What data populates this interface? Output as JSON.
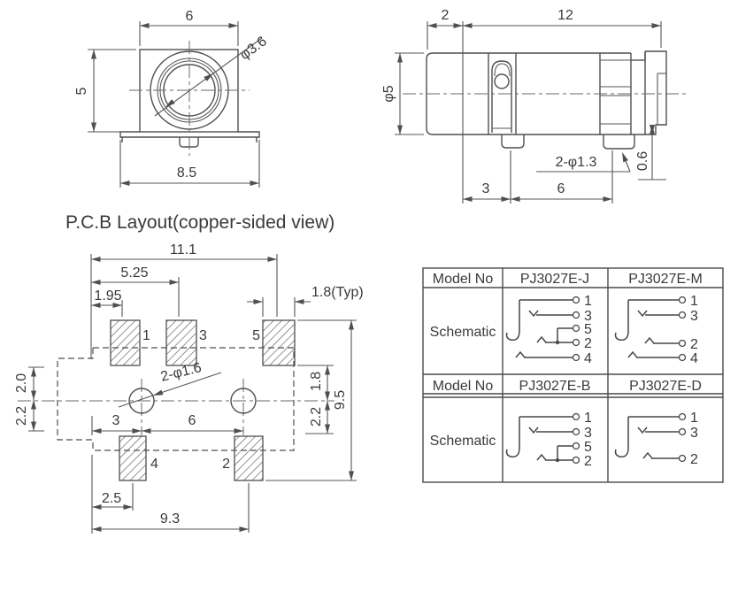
{
  "drawing": {
    "line_color": "#4f4f4f",
    "text_color": "#3a3a3a",
    "background": "#ffffff"
  },
  "front_view": {
    "dim_width_top": "6",
    "dim_height": "5",
    "dim_hole_dia": "φ3.6",
    "dim_width_bottom": "8.5"
  },
  "side_view": {
    "dim_offset": "2",
    "dim_length": "12",
    "dim_body_dia": "φ5",
    "dim_pins": "2-φ1.3",
    "dim_step": "0.6",
    "dim_pin1_offset": "3",
    "dim_pin_pitch": "6"
  },
  "pcb_layout": {
    "title": "P.C.B Layout(copper-sided view)",
    "dim_overall": "11.1",
    "dim_pad3_x": "5.25",
    "dim_pad1_x": "1.95",
    "dim_pad_typ": "1.8(Typ)",
    "dim_holes": "2-φ1.6",
    "dim_hole1_x": "3",
    "dim_hole_pitch": "6",
    "dim_pad4_x": "2.5",
    "dim_pad2_x": "9.3",
    "dim_height": "9.5",
    "dim_right_upper": "1.8",
    "dim_right_lower": "2.2",
    "dim_left_upper": "2.0",
    "dim_left_lower": "2.2",
    "pad_labels": {
      "p1": "1",
      "p3": "3",
      "p5": "5",
      "p4": "4",
      "p2": "2"
    }
  },
  "table": {
    "header_label": "Model No",
    "schematic_label": "Schematic",
    "models": [
      {
        "name": "PJ3027E-J",
        "terminals": [
          "1",
          "3",
          "5",
          "2",
          "4"
        ]
      },
      {
        "name": "PJ3027E-M",
        "terminals": [
          "1",
          "3",
          "2",
          "4"
        ]
      },
      {
        "name": "PJ3027E-B",
        "terminals": [
          "1",
          "3",
          "5",
          "2"
        ]
      },
      {
        "name": "PJ3027E-D",
        "terminals": [
          "1",
          "3",
          "2"
        ]
      }
    ]
  }
}
